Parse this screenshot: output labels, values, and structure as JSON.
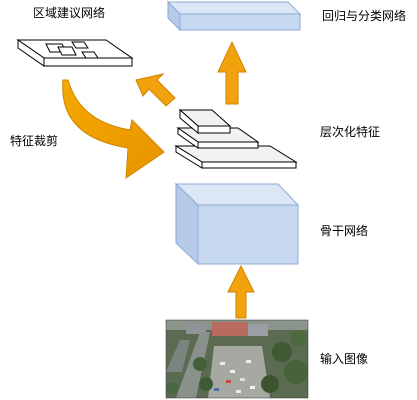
{
  "labels": {
    "region_network": "区域建议网络",
    "regression_network": "回归与分类网络",
    "feature_crop": "特征裁剪",
    "hierarchical_features": "层次化特征",
    "backbone_network": "骨干网络",
    "input_image": "输入图像"
  },
  "colors": {
    "arrow_fill": "#F2A20D",
    "arrow_edge": "#D08300",
    "box_fill": "#C6D9F1",
    "box_edge": "#8EA9D8",
    "layer_fill": "#F2F2F2",
    "layer_edge": "#000000"
  }
}
